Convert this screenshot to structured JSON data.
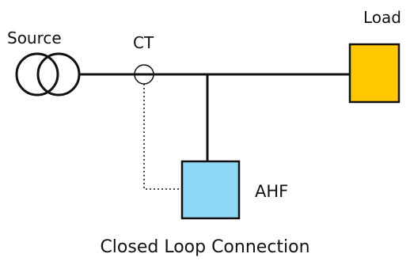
{
  "labels": {
    "source": "Source",
    "ct": "CT",
    "load": "Load",
    "ahf": "AHF"
  },
  "caption": "Closed Loop Connection",
  "colors": {
    "load_fill": "#ffc800",
    "ahf_fill": "#8fd8f5",
    "stroke": "#111111"
  },
  "icons": {
    "source": "transformer-icon",
    "ct": "current-transformer-icon"
  }
}
